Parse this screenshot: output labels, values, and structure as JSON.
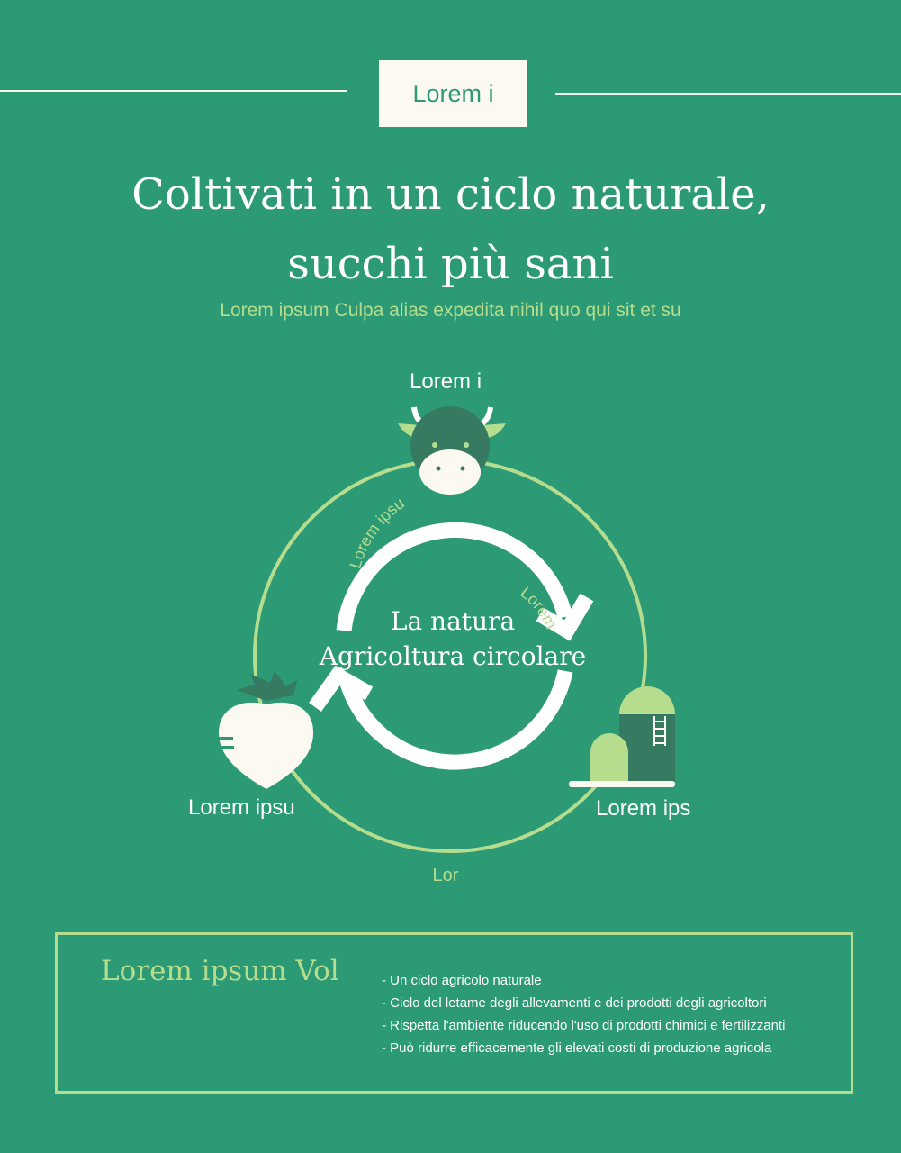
{
  "header": {
    "tag": "Lorem i",
    "title_line1": "Coltivati in un ciclo naturale,",
    "title_line2": "succhi più sani",
    "subtitle": "Lorem ipsum Culpa alias expedita nihil quo qui sit et su"
  },
  "diagram": {
    "center_line1": "La natura",
    "center_line2": "Agricoltura circolare",
    "nodes": [
      {
        "label": "Lorem i",
        "icon": "cow-icon"
      },
      {
        "label": "Lorem ips",
        "icon": "silo-icon"
      },
      {
        "label": "Lorem ipsu",
        "icon": "radish-icon"
      }
    ],
    "arc_labels": [
      "Lorem ipsu",
      "Lorem",
      "Lor"
    ]
  },
  "info": {
    "title": "Lorem ipsum Vol",
    "items": [
      "- Un ciclo agricolo naturale",
      "- Ciclo del letame degli allevamenti e dei prodotti degli agricoltori",
      "- Rispetta l'ambiente riducendo l'uso di prodotti chimici e fertilizzanti",
      "- Può ridurre efficacemente gli elevati costi di produzione agricola"
    ]
  },
  "colors": {
    "background": "#2b9a75",
    "accent_light_green": "#b6dd8e",
    "cream": "#fcf9f0",
    "dark_green": "#367a62"
  }
}
